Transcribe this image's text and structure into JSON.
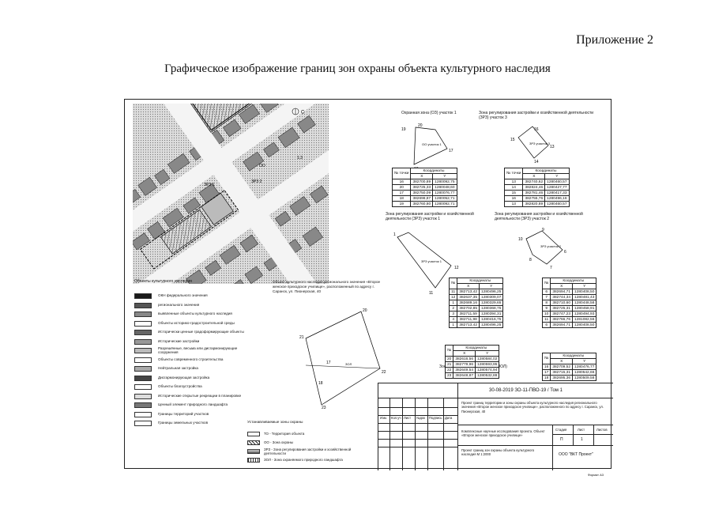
{
  "header": {
    "appendix": "Приложение 2",
    "title": "Графическое изображение границ зон охраны объекта культурного наследия"
  },
  "map": {
    "compass": "С",
    "parcels": [
      "ОО",
      "1.3",
      "ЗРЗ 1",
      "ЗРЗ 2"
    ]
  },
  "legend": {
    "title": "Объекты культурного наследия",
    "items": [
      "ОКН федерального значения",
      "регионального значения",
      "выявленные объекты культурного наследия",
      "Объекты историко-градостроительной среды",
      "Исторически ценные градоформирующие объекты",
      "Исторические застройки",
      "Разрешённые, весьма или дисгармонирующие сооружения",
      "Объекты современного строительства",
      "Нейтральная застройка",
      "Дисгармонирующая застройка",
      "Объекты благоустройства",
      "Исторические открытые рекреации в планировке",
      "Ценный элемент природного ландшафта",
      "Границы территорий участков",
      "Границы земельных участков"
    ],
    "object_note": "Объект культурного наследия регионального значения «Второе женское приходское училище», расположенный по адресу г. Саранск, ул. Пионерская, 40",
    "zones_title": "Устанавливаемые зоны охраны",
    "zones": [
      "ТО - Территория объекта",
      "ОО - Зона охраны",
      "ЗРЗ - Зона регулирования застройки и хозяйственной деятельности",
      "ЗОЛ - Зона охраняемого природного ландшафта"
    ]
  },
  "blocks": {
    "oo": {
      "label": "Охранная зона (ОЗ) участок 1",
      "zone_tag": "ОО участок 1",
      "points": [
        "19",
        "20",
        "17",
        "18"
      ],
      "headers": [
        "№ точки",
        "Координаты",
        "X",
        "Y"
      ],
      "rows": [
        [
          "16",
          "382700,89",
          "1280092,75"
        ],
        [
          "20",
          "382725,33",
          "1280048,60"
        ],
        [
          "17",
          "382750,09",
          "1280076,77"
        ],
        [
          "18",
          "382698,87",
          "1280052,71"
        ],
        [
          "19",
          "382760,80",
          "1280092,71"
        ]
      ]
    },
    "zrz3": {
      "label": "Зона регулирования застройки и хозяйственной деятельности (ЗРЗ) участок 3",
      "zone_tag": "ЗРЗ участок 3",
      "points": [
        "15",
        "16",
        "13",
        "14"
      ],
      "headers": [
        "№ точки",
        "Координаты",
        "X",
        "Y"
      ],
      "rows": [
        [
          "13",
          "382740,62",
          "1280460,57"
        ],
        [
          "14",
          "382824,46",
          "1280427,77"
        ],
        [
          "15",
          "382781,46",
          "1280417,33"
        ],
        [
          "16",
          "382755,76",
          "1280496,16"
        ],
        [
          "13",
          "382820,89",
          "1280460,57"
        ]
      ]
    },
    "zrz1": {
      "label": "Зона регулирования застройки и хозяйственной деятельности (ЗРЗ) участок 1",
      "zone_tag": "ЗРЗ участок 1",
      "points": [
        "1",
        "12",
        "11"
      ],
      "headers": [
        "№",
        "Координаты",
        "X",
        "Y"
      ],
      "rows": [
        [
          "11",
          "382713,42",
          "1280496,25"
        ],
        [
          "12",
          "382637,35",
          "1280309,07"
        ],
        [
          "1",
          "382689,16",
          "1280329,65"
        ],
        [
          "2",
          "382702,85",
          "1280368,75"
        ],
        [
          "3",
          "382711,59",
          "1280394,31"
        ],
        [
          "4",
          "382711,98",
          "1280416,75"
        ],
        [
          "1",
          "382713,42",
          "1280496,25"
        ]
      ]
    },
    "zrz2": {
      "label": "Зона регулирования застройки и хозяйственной деятельности (ЗРЗ) участок 2",
      "zone_tag": "ЗРЗ участок 2",
      "points": [
        "10",
        "6",
        "7",
        "8",
        "9"
      ],
      "headers": [
        "№",
        "Координаты",
        "X",
        "Y"
      ],
      "rows": [
        [
          "6",
          "382694,71",
          "1280408,50"
        ],
        [
          "7",
          "382744,34",
          "1280481,43"
        ],
        [
          "8",
          "382710,60",
          "1280448,58"
        ],
        [
          "9",
          "382725,31",
          "1280458,91"
        ],
        [
          "10",
          "382747,23",
          "1280494,93"
        ],
        [
          "11",
          "382766,76",
          "1281082,56"
        ],
        [
          "6",
          "382694,71",
          "1280408,50"
        ]
      ]
    },
    "zol": {
      "label": "Зона охраняемого ландшафта (ЗОЛ)",
      "zone_tag": "ЗОЛ",
      "points": [
        "20",
        "21",
        "17",
        "22",
        "18",
        "23"
      ],
      "headers": [
        "№",
        "Координаты",
        "X",
        "Y"
      ],
      "rows": [
        [
          "20",
          "382616,56",
          "1280584,02"
        ],
        [
          "21",
          "382779,96",
          "1280593,95"
        ],
        [
          "22",
          "382649,54",
          "1280574,94"
        ],
        [
          "23",
          "382648,87",
          "1280532,88"
        ]
      ]
    },
    "zol2": {
      "headers": [
        "№",
        "Координаты",
        "X",
        "Y"
      ],
      "rows": [
        [
          "16",
          "382709,52",
          "1280476,77"
        ],
        [
          "17",
          "382715,31",
          "1280542,66"
        ],
        [
          "18",
          "382695,36",
          "1280509,58"
        ]
      ]
    }
  },
  "stamp": {
    "code": "30-08-2019 ЗО-11-ПВО-19 / Том 1",
    "description": "Проект границ территории и зоны охраны объекта культурного наследия регионального значения «Второе женское приходское училище», расположенного по адресу г. Саранск, ул. Пионерская, 40",
    "line1": "Комплексные научные исследования проекта. Объект «Второе женское приходское училище»",
    "line2": "Проект границ зон охраны объекта культурного наследия М 1:2000",
    "stage_h": "Стадия",
    "sheet_h": "Лист",
    "sheets_h": "Листов",
    "stage": "П",
    "sheet": "1",
    "org": "ООО \"ВКТ Проект\"",
    "format": "Формат А3",
    "cols": [
      "Изм.",
      "Кол.уч",
      "Лист",
      "№док",
      "Подпись",
      "Дата"
    ]
  }
}
